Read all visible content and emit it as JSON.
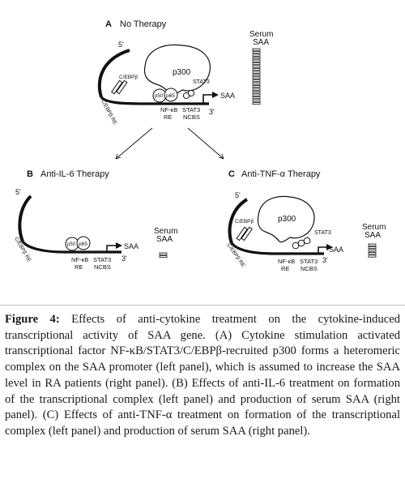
{
  "panels": {
    "a": {
      "letter": "A",
      "title": "No Therapy",
      "p300": "p300",
      "cebpb_complex": "C/EBPβ",
      "cebpb_re": "C/EBPβ RE",
      "p50": "p50",
      "p65": "p65",
      "stat3": "STAT3",
      "nfkb_re_line1": "NF-κB",
      "nfkb_re_line2": "RE",
      "stat3_ncbs_line1": "STAT3",
      "stat3_ncbs_line2": "NCBS",
      "saa": "SAA",
      "five_prime": "5'",
      "three_prime": "3'",
      "serum_line1": "Serum",
      "serum_line2": "SAA"
    },
    "b": {
      "letter": "B",
      "title": "Anti-IL-6 Therapy",
      "cebpb_re": "C/EBPβ RE",
      "p50": "p50",
      "p65": "p65",
      "nfkb_re_line1": "NF-κB",
      "nfkb_re_line2": "RE",
      "stat3_ncbs_line1": "STAT3",
      "stat3_ncbs_line2": "NCBS",
      "saa": "SAA",
      "five_prime": "5'",
      "three_prime": "3'",
      "serum_line1": "Serum",
      "serum_line2": "SAA"
    },
    "c": {
      "letter": "C",
      "title": "Anti-TNF-α Therapy",
      "p300": "p300",
      "cebpb_complex": "C/EBPβ",
      "cebpb_re": "C/EBPβ RE",
      "stat3": "STAT3",
      "nfkb_re_line1": "NF-κB",
      "nfkb_re_line2": "RE",
      "stat3_ncbs_line1": "STAT3",
      "stat3_ncbs_line2": "NCBS",
      "saa": "SAA",
      "five_prime": "5'",
      "three_prime": "3'",
      "serum_line1": "Serum",
      "serum_line2": "SAA"
    }
  },
  "caption": {
    "label": "Figure 4:",
    "text": " Effects of anti-cytokine treatment on the cytokine-induced transcriptional activity of SAA gene. (A) Cytokine stimulation activated transcriptional factor NF-κB/STAT3/C/EBPβ-recruited p300 forms a heteromeric complex on the SAA promoter (left panel), which is assumed to increase the SAA level in RA patients (right panel). (B) Effects of anti-IL-6 treatment on formation of the transcriptional complex (left panel) and production of serum SAA (right panel). (C) Effects of anti-TNF-α treatment on formation of the transcriptional complex (left panel) and production of serum SAA (right panel)."
  },
  "colors": {
    "ink": "#111111",
    "background": "#ffffff"
  }
}
